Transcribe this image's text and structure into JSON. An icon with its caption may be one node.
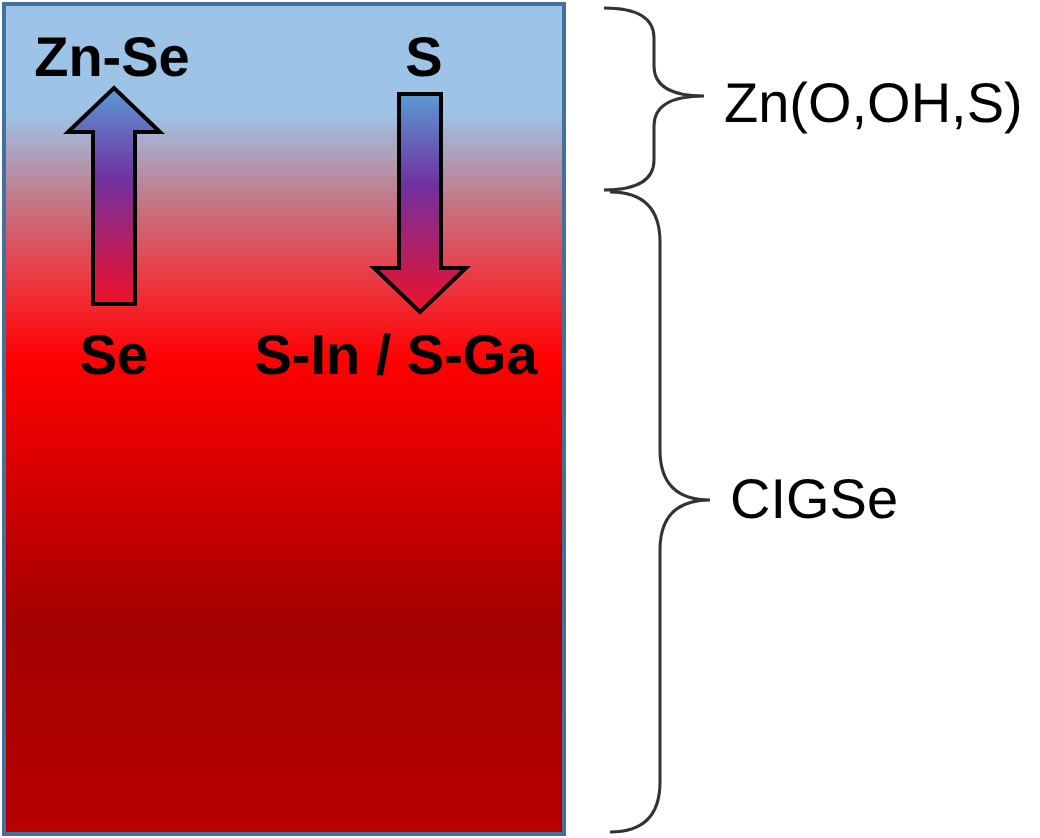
{
  "diagram": {
    "nodes": [
      {
        "text": [],
        "shape": "box"
      },
      {
        "text": [
          "Zn-Se"
        ],
        "in": 0
      },
      {
        "text": [
          "S"
        ],
        "in": 0
      },
      {
        "text": [
          "Se"
        ],
        "in": 0
      },
      {
        "text": [
          "S-In / S-Ga"
        ],
        "in": 0
      }
    ],
    "edges": [
      {
        "from": 3,
        "to": 1,
        "arrow": "to"
      },
      {
        "from": 2,
        "to": 4,
        "arrow": "to"
      }
    ],
    "labels": [
      "Zn(O,OH,S)",
      "CIGSe"
    ]
  }
}
